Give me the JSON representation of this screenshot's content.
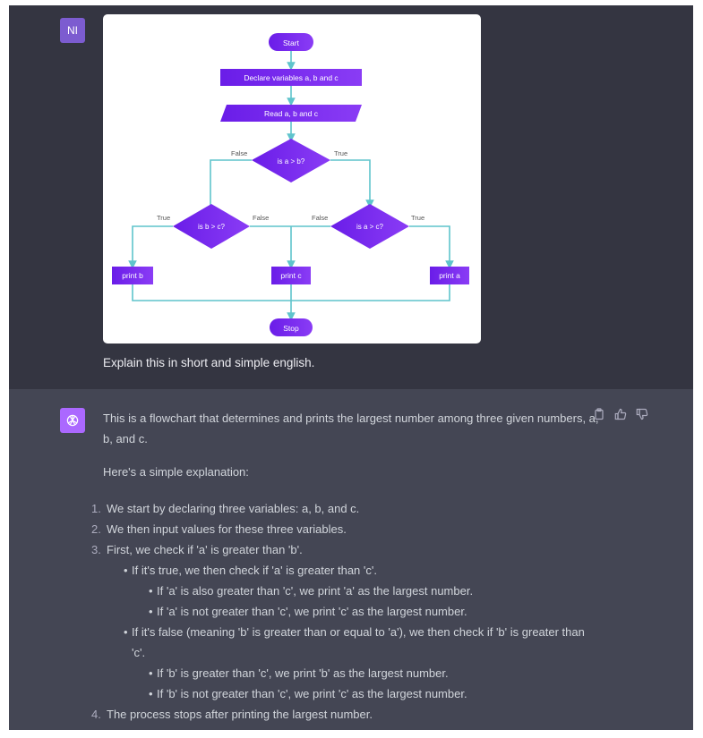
{
  "user": {
    "avatar_initials": "NI",
    "message": "Explain this in short and simple english.",
    "flowchart": {
      "start": "Start",
      "declare": "Declare variables a, b and c",
      "read": "Read a, b and c",
      "decision_ab": "is a > b?",
      "decision_bc": "is b > c?",
      "decision_ac": "is a > c?",
      "false_label": "False",
      "true_label": "True",
      "print_b": "print b",
      "print_c": "print c",
      "print_a": "print a",
      "stop": "Stop"
    }
  },
  "assistant": {
    "intro": "This is a flowchart that determines and prints the largest number among three given numbers, a, b, and c.",
    "lead": "Here's a simple explanation:",
    "steps": [
      {
        "num": "1.",
        "text": "We start by declaring three variables: a, b, and c."
      },
      {
        "num": "2.",
        "text": "We then input values for these three variables."
      },
      {
        "num": "3.",
        "text": "First, we check if 'a' is greater than 'b'."
      }
    ],
    "sub_true": "If it's true, we then check if 'a' is greater than 'c'.",
    "sub_true_items": [
      "If 'a' is also greater than 'c', we print 'a' as the largest number.",
      "If 'a' is not greater than 'c', we print 'c' as the largest number."
    ],
    "sub_false_line1": "If it's false (meaning 'b' is greater than or equal to 'a'), we then check if 'b' is greater than",
    "sub_false_line2": "'c'.",
    "sub_false_items": [
      "If 'b' is greater than 'c', we print 'b' as the largest number.",
      "If 'b' is not greater than 'c', we print 'c' as the largest number."
    ],
    "step4_num": "4.",
    "step4": "The process stops after printing the largest number.",
    "bullet": "•"
  },
  "colors": {
    "user_bg": "#343541",
    "assistant_bg": "#444654",
    "gpt_avatar": "#ab68ff",
    "flow_shape": "#7b2ff7",
    "flow_line": "#5fc4cc"
  },
  "icons": {
    "gpt": "openai-logo-icon",
    "copy": "clipboard-icon",
    "up": "thumbs-up-icon",
    "down": "thumbs-down-icon"
  }
}
